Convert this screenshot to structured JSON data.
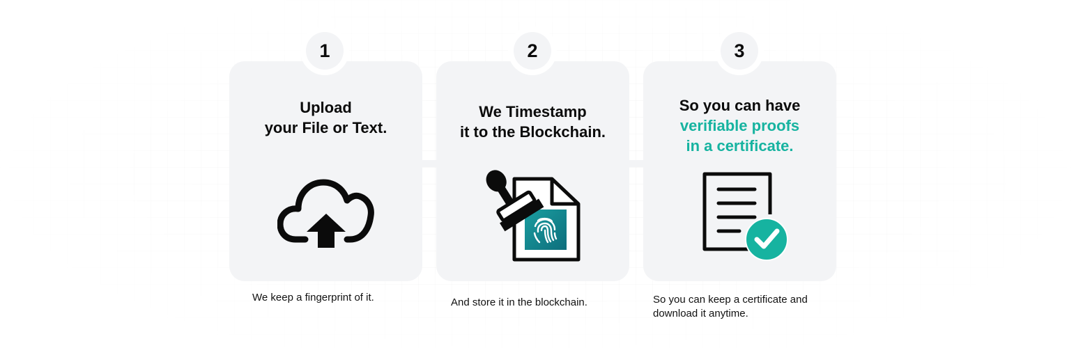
{
  "steps": [
    {
      "number": "1",
      "title_lines": [
        "Upload",
        "your File or Text."
      ],
      "caption_lines": [
        "We keep a fingerprint of it."
      ],
      "icon": "cloud-upload-icon"
    },
    {
      "number": "2",
      "title_lines": [
        "We Timestamp",
        "it to the Blockchain."
      ],
      "caption_lines": [
        "And store it in the blockchain."
      ],
      "icon": "stamp-document-icon"
    },
    {
      "number": "3",
      "title_lines": [
        "So you can have"
      ],
      "title_accent_lines": [
        "verifiable proofs",
        "in a certificate."
      ],
      "caption_lines": [
        "So you can keep a certificate and",
        "download it anytime."
      ],
      "icon": "certificate-check-icon"
    }
  ],
  "colors": {
    "card_bg": "#f3f4f6",
    "accent": "#16b3a0",
    "text": "#0b0b0b"
  }
}
